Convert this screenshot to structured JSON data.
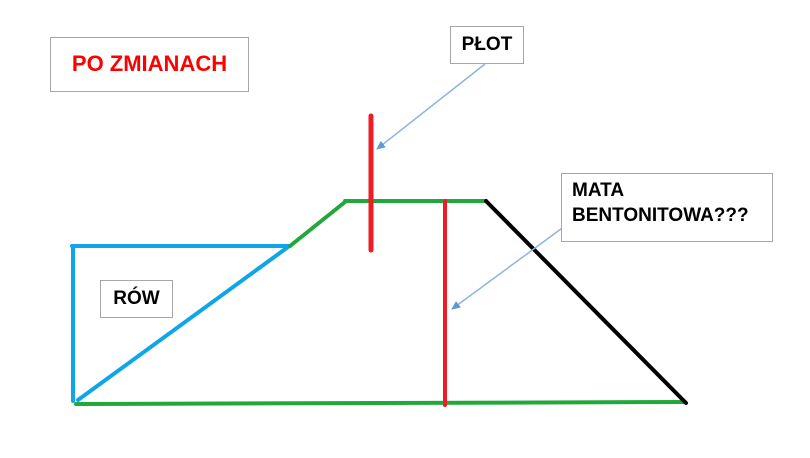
{
  "title": {
    "text": "PO ZMIANACH",
    "color": "#ff0000"
  },
  "labels": {
    "plot": "PŁOT",
    "mata_line1": "MATA",
    "mata_line2": "BENTONITOWA???",
    "row": "RÓW"
  },
  "colors": {
    "ditch_line": "#0ea5e9",
    "embankment_line": "#22a83a",
    "red_marker": "#ee1c25",
    "slope_line": "#000000",
    "arrow": "#8fb4dc",
    "box_border": "#a6a6a6"
  }
}
